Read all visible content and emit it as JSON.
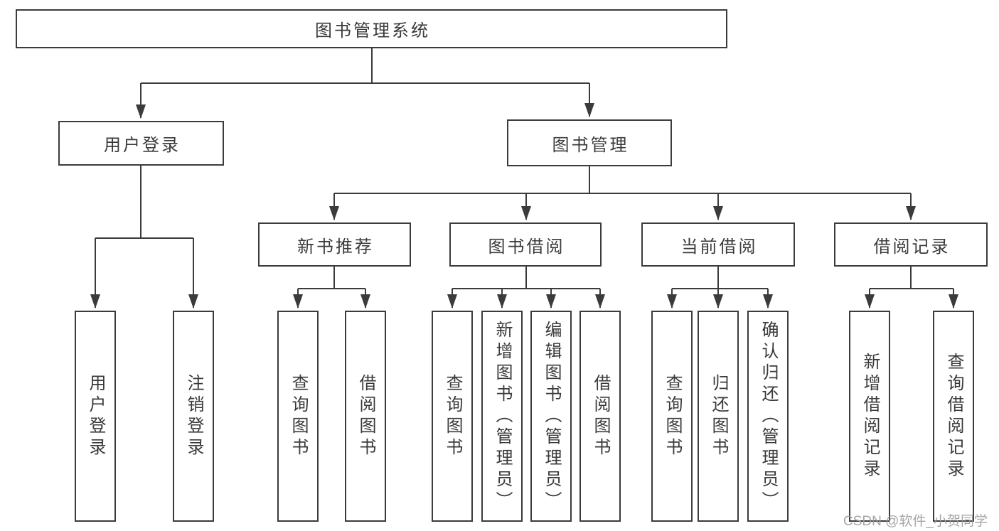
{
  "colors": {
    "line": "#3b3b3b",
    "text": "#3a3a3a",
    "background": "#ffffff",
    "watermark": "#9e9e9e"
  },
  "watermark": {
    "text": "CSDN @软件_小贺同学"
  },
  "tree": {
    "root": {
      "label": "图书管理系统"
    },
    "branches": [
      {
        "label": "用户登录",
        "children": [
          {
            "label": "用户登录"
          },
          {
            "label": "注销登录"
          }
        ]
      },
      {
        "label": "图书管理",
        "children": [
          {
            "label": "新书推荐",
            "children": [
              {
                "label": "查询图书"
              },
              {
                "label": "借阅图书"
              }
            ]
          },
          {
            "label": "图书借阅",
            "children": [
              {
                "label": "查询图书"
              },
              {
                "label": "新增图书（管理员）"
              },
              {
                "label": "编辑图书（管理员）"
              },
              {
                "label": "借阅图书"
              }
            ]
          },
          {
            "label": "当前借阅",
            "children": [
              {
                "label": "查询图书"
              },
              {
                "label": "归还图书"
              },
              {
                "label": "确认归还（管理员）"
              }
            ]
          },
          {
            "label": "借阅记录",
            "children": [
              {
                "label": "新增借阅记录"
              },
              {
                "label": "查询借阅记录"
              }
            ]
          }
        ]
      }
    ]
  }
}
